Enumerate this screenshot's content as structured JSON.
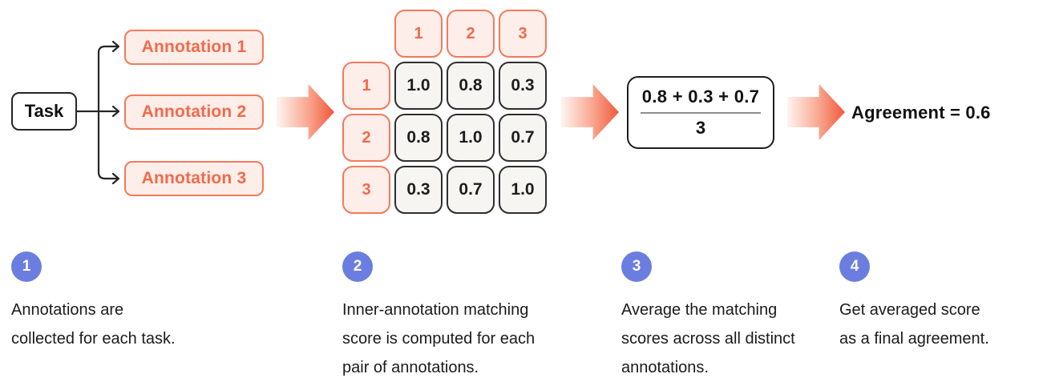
{
  "palette": {
    "ink": "#262626",
    "text": "#1b1b1b",
    "coral_text": "#f4694b",
    "coral_border": "#f5795c",
    "coral_fill": "#fdeee9",
    "arrow_from": "#fef5f1",
    "arrow_to": "#f2573a",
    "cell_fill": "#f6f5f1",
    "cell_border": "#2e2e2e",
    "blue": "#6b7ee0",
    "divider": "#8d8d8d"
  },
  "flow": {
    "task_label": "Task",
    "annotations": [
      "Annotation 1",
      "Annotation 2",
      "Annotation 3"
    ],
    "matrix": {
      "col_headers": [
        "1",
        "2",
        "3"
      ],
      "row_headers": [
        "1",
        "2",
        "3"
      ],
      "rows": [
        [
          "1.0",
          "0.8",
          "0.3"
        ],
        [
          "0.8",
          "1.0",
          "0.7"
        ],
        [
          "0.3",
          "0.7",
          "1.0"
        ]
      ]
    },
    "fraction": {
      "numerator": "0.8 + 0.3 + 0.7",
      "denominator": "3"
    },
    "result": "Agreement = 0.6"
  },
  "steps": [
    {
      "number": "1",
      "lines": [
        "Annotations are",
        "collected for each task."
      ]
    },
    {
      "number": "2",
      "lines": [
        "Inner-annotation matching",
        "score is computed for each",
        "pair of annotations."
      ]
    },
    {
      "number": "3",
      "lines": [
        "Average the matching",
        "scores across all distinct",
        "annotations."
      ]
    },
    {
      "number": "4",
      "lines": [
        "Get averaged score",
        "as a final agreement."
      ]
    }
  ]
}
